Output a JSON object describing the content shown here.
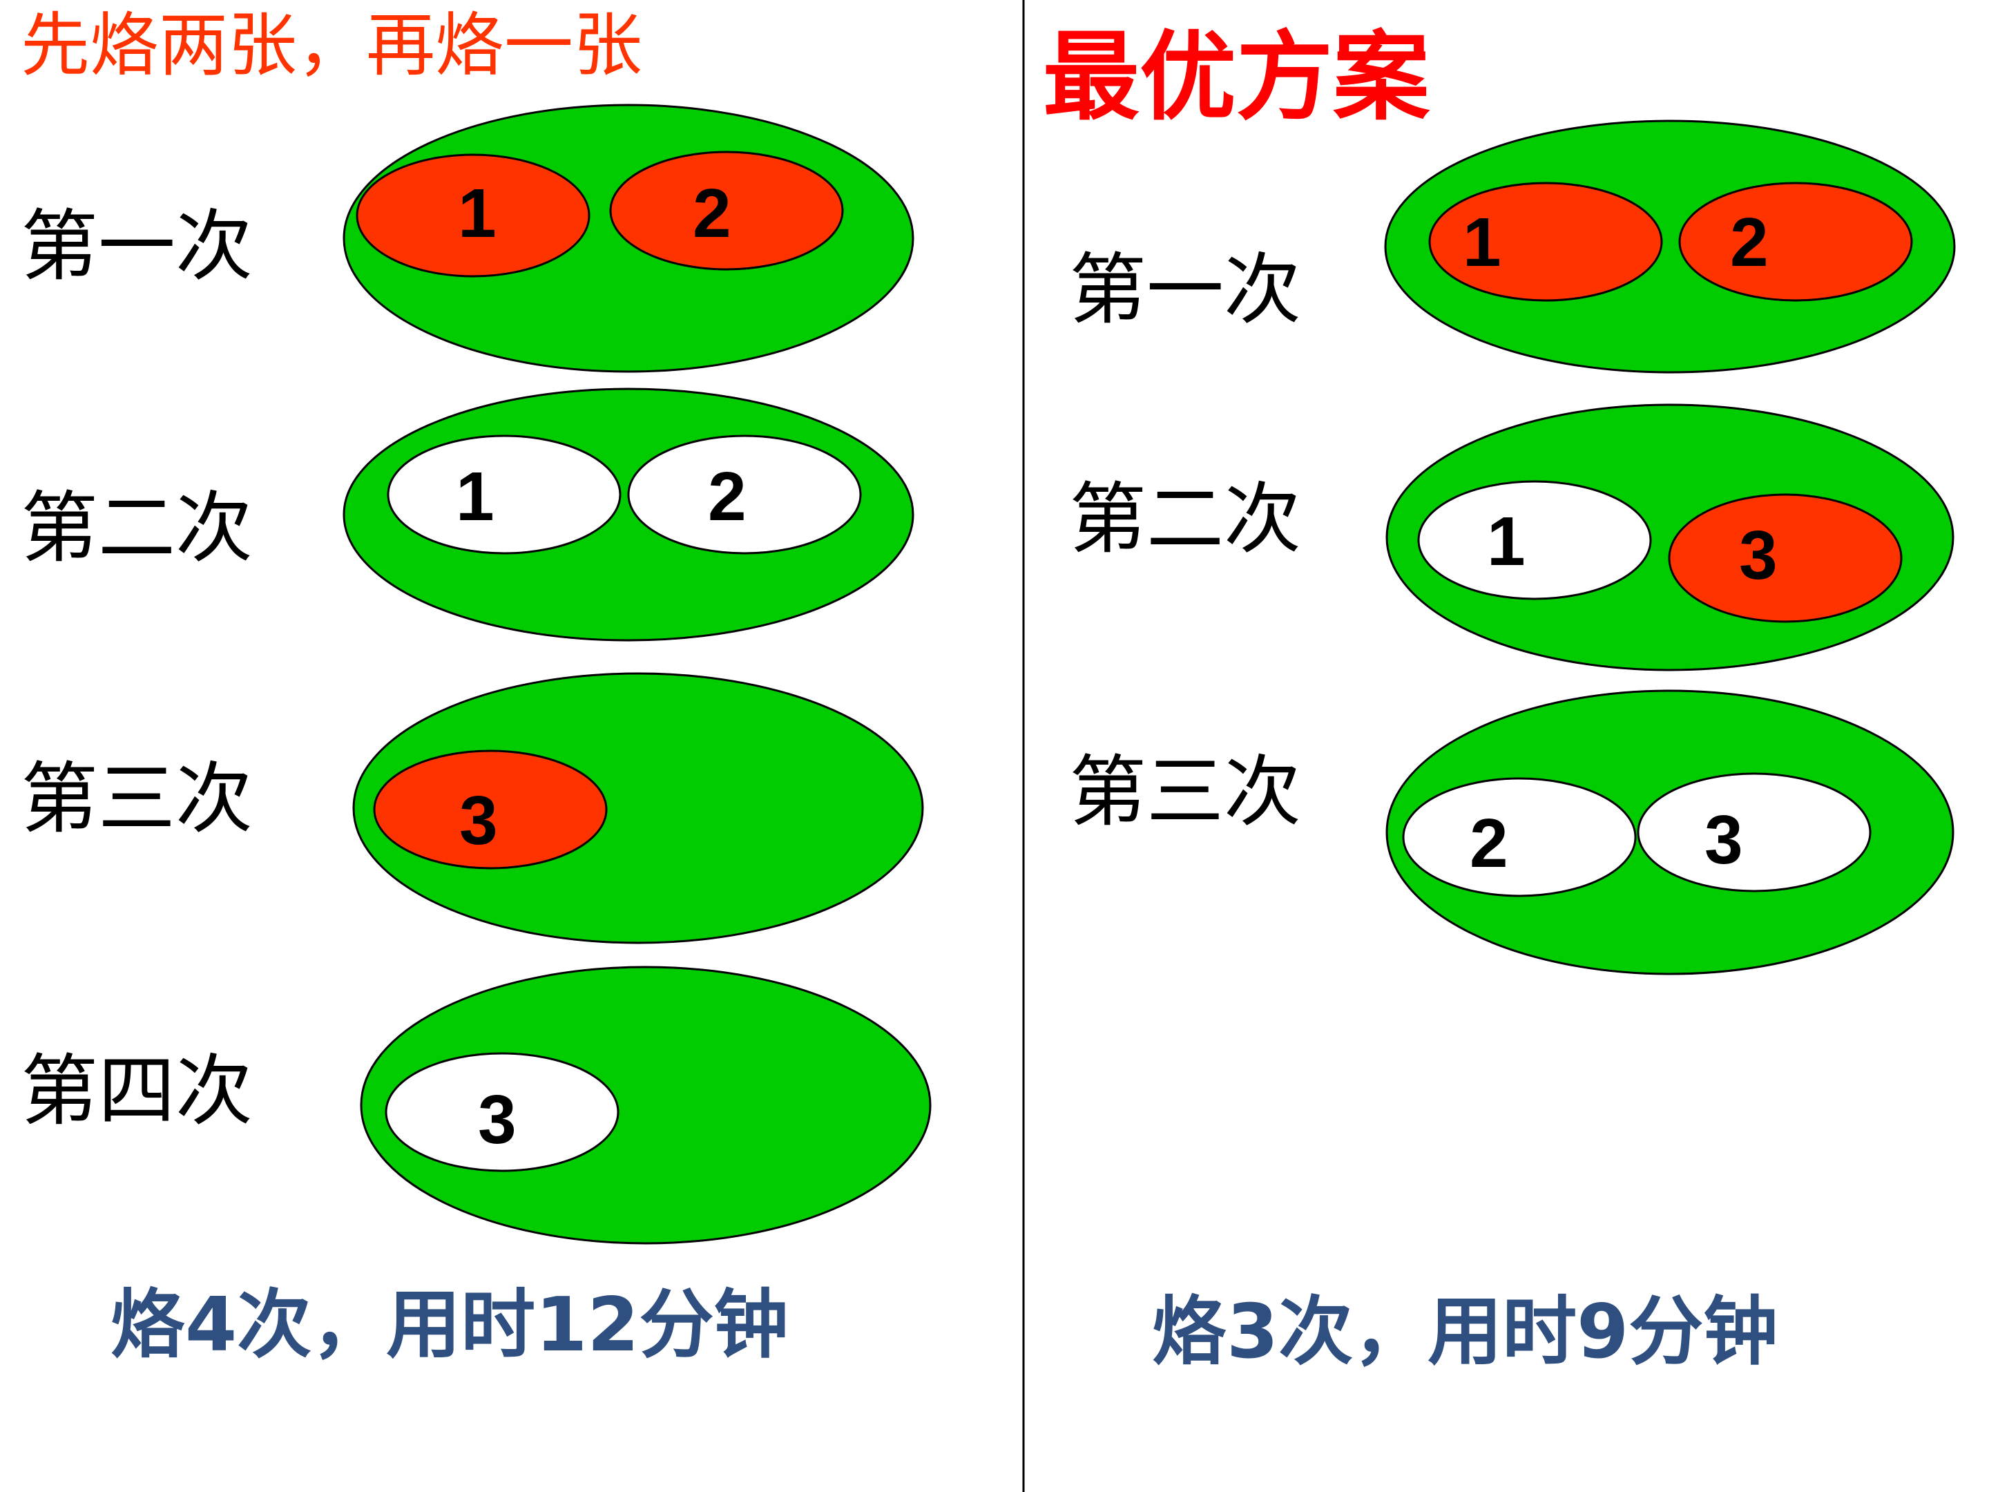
{
  "left": {
    "title": "先烙两张，再烙一张",
    "rows": [
      {
        "label": "第一次",
        "cakes": [
          {
            "num": "1",
            "color": "#ff3300"
          },
          {
            "num": "2",
            "color": "#ff3300"
          }
        ]
      },
      {
        "label": "第二次",
        "cakes": [
          {
            "num": "1",
            "color": "#ffffff"
          },
          {
            "num": "2",
            "color": "#ffffff"
          }
        ]
      },
      {
        "label": "第三次",
        "cakes": [
          {
            "num": "3",
            "color": "#ff3300"
          }
        ]
      },
      {
        "label": "第四次",
        "cakes": [
          {
            "num": "3",
            "color": "#ffffff"
          }
        ]
      }
    ],
    "summary": "烙4次，用时12分钟"
  },
  "right": {
    "title": "最优方案",
    "rows": [
      {
        "label": "第一次",
        "cakes": [
          {
            "num": "1",
            "color": "#ff3300"
          },
          {
            "num": "2",
            "color": "#ff3300"
          }
        ]
      },
      {
        "label": "第二次",
        "cakes": [
          {
            "num": "1",
            "color": "#ffffff"
          },
          {
            "num": "3",
            "color": "#ff3300"
          }
        ]
      },
      {
        "label": "第三次",
        "cakes": [
          {
            "num": "2",
            "color": "#ffffff"
          },
          {
            "num": "3",
            "color": "#ffffff"
          }
        ]
      }
    ],
    "summary": "烙3次，用时9分钟"
  },
  "colors": {
    "pan": "#00cc00",
    "cake_cooking": "#ff3300",
    "cake_done_side": "#ffffff",
    "summary_text": "#2e4f7f"
  }
}
